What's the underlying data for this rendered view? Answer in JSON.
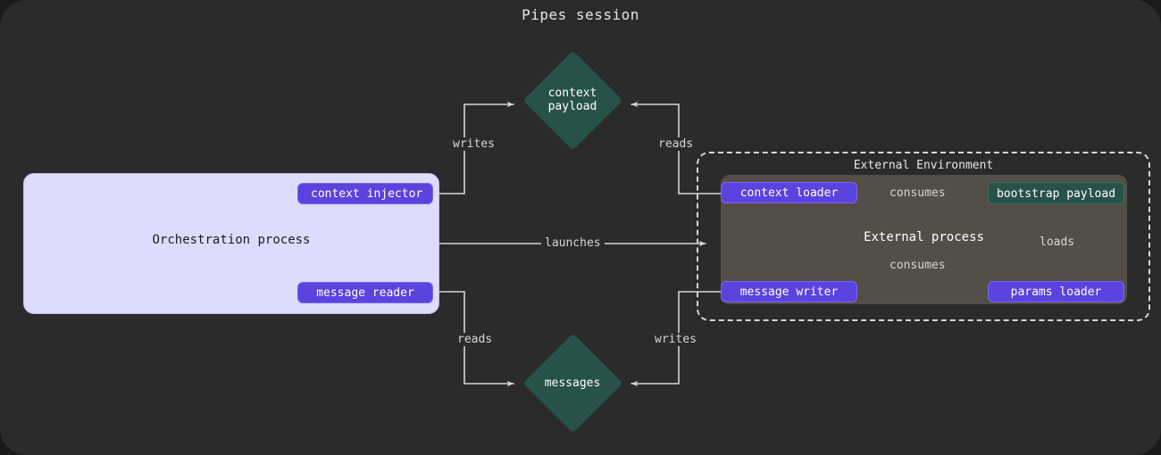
{
  "title": "Pipes session",
  "colors": {
    "canvas_bg": "#2b2b2b",
    "orchestration_bg": "#dedcfd",
    "button_purple": "#5b43e0",
    "asset_teal": "#27524a",
    "external_process_bg": "#534e48",
    "edge_stroke": "#d8d6d2"
  },
  "orchestration": {
    "label": "Orchestration process",
    "buttons": [
      {
        "id": "context-injector",
        "label": "context injector"
      },
      {
        "id": "message-reader",
        "label": "message reader"
      }
    ]
  },
  "external_environment": {
    "label": "External Environment",
    "process_label": "External process",
    "buttons": [
      {
        "id": "context-loader",
        "label": "context loader"
      },
      {
        "id": "message-writer",
        "label": "message writer"
      },
      {
        "id": "params-loader",
        "label": "params loader"
      }
    ],
    "assets": [
      {
        "id": "bootstrap-payload",
        "label": "bootstrap payload"
      }
    ]
  },
  "assets": [
    {
      "id": "context-payload",
      "label": "context\npayload"
    },
    {
      "id": "messages",
      "label": "messages"
    }
  ],
  "edges": [
    {
      "id": "writes-context",
      "label": "writes"
    },
    {
      "id": "reads-context",
      "label": "reads"
    },
    {
      "id": "launches",
      "label": "launches"
    },
    {
      "id": "reads-messages",
      "label": "reads"
    },
    {
      "id": "writes-messages",
      "label": "writes"
    },
    {
      "id": "consumes-context",
      "label": "consumes"
    },
    {
      "id": "consumes-message",
      "label": "consumes"
    },
    {
      "id": "loads",
      "label": "loads"
    }
  ]
}
